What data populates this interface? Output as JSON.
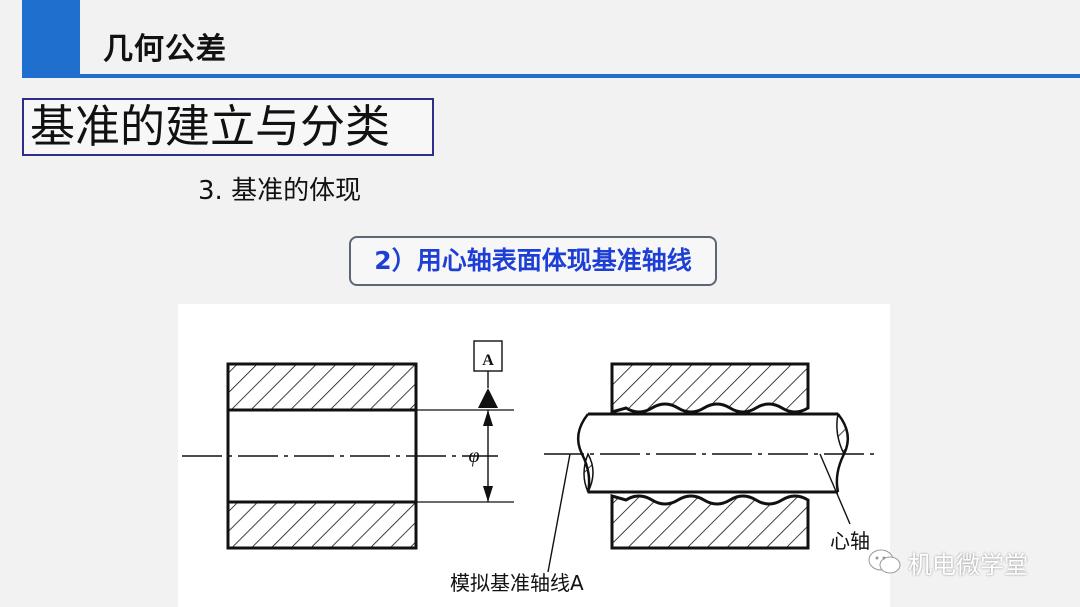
{
  "header": {
    "title": "几何公差"
  },
  "section": {
    "title": "基准的建立与分类"
  },
  "subheading": "3. 基准的体现",
  "caption": "2）用心轴表面体现基准轴线",
  "figure": {
    "datum_letter": "A",
    "diameter_symbol": "φ",
    "label_mandrel": "心轴",
    "label_axis": "模拟基准轴线A"
  },
  "watermark": "机电微学堂",
  "colors": {
    "accent": "#1f6fce",
    "caption_text": "#1e3fd6",
    "section_border": "#2c2f8a"
  }
}
